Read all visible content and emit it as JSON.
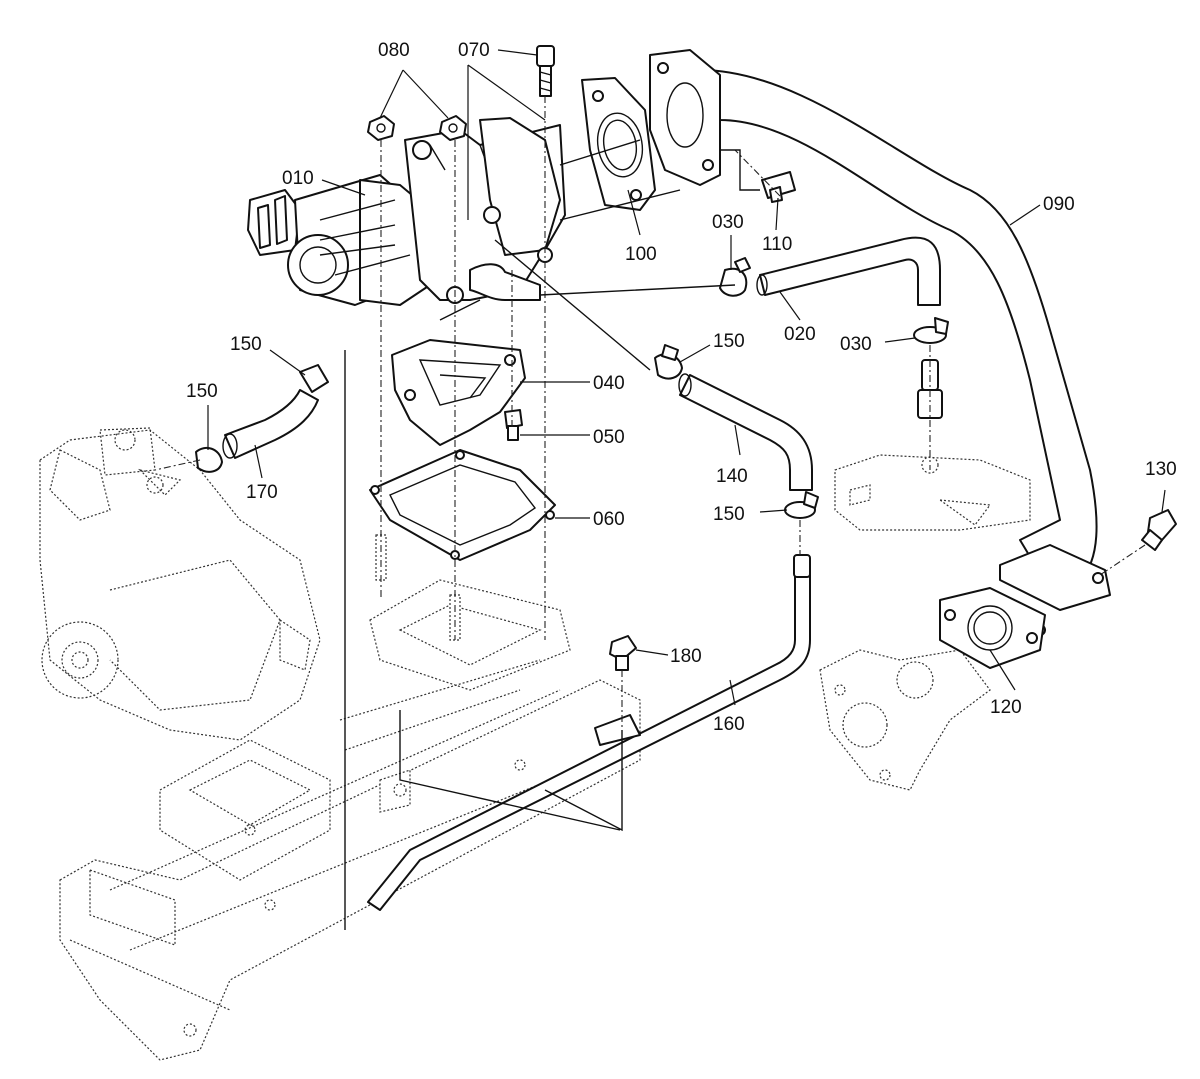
{
  "diagram": {
    "callouts": {
      "p010": "010",
      "p020": "020",
      "p030a": "030",
      "p030b": "030",
      "p040": "040",
      "p050": "050",
      "p060": "060",
      "p070": "070",
      "p080": "080",
      "p090": "090",
      "p100": "100",
      "p110": "110",
      "p120": "120",
      "p130": "130",
      "p140": "140",
      "p150a": "150",
      "p150b": "150",
      "p150c": "150",
      "p150d": "150",
      "p160": "160",
      "p170": "170",
      "p180": "180"
    }
  }
}
